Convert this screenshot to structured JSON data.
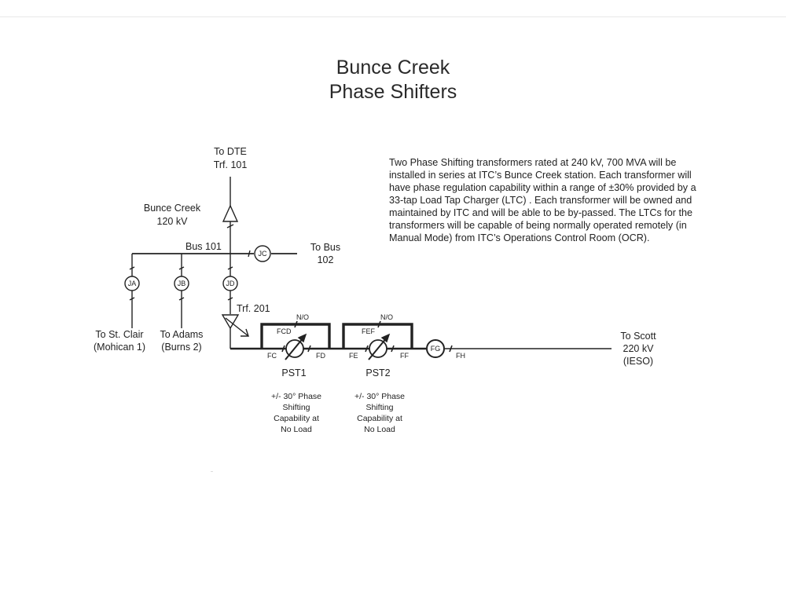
{
  "title": {
    "line1": "Bunce Creek",
    "line2": "Phase Shifters"
  },
  "description": "Two Phase Shifting transformers rated at 240 kV, 700 MVA will be installed in series at ITC’s Bunce Creek station. Each transformer will have phase regulation capability within a range of ±30% provided by a 33-tap Load Tap Charger (LTC) . Each transformer will be owned and maintained by ITC and will be able to be by-passed. The LTCs for the transformers will be capable of being normally operated remotely (in Manual Mode) from ITC’s Operations Control Room (OCR).",
  "labels": {
    "to_dte": "To DTE",
    "trf101": "Trf. 101",
    "bunce_creek": "Bunce Creek",
    "kv120": "120 kV",
    "bus101": "Bus 101",
    "to_bus": "To Bus",
    "bus102": "102",
    "trf201": "Trf. 201",
    "to_st_clair": "To St. Clair",
    "mohican": "(Mohican 1)",
    "to_adams": "To Adams",
    "burns": "(Burns 2)",
    "to_scott": "To Scott",
    "kv220": "220 kV",
    "ieso": "(IESO)",
    "pst1": "PST1",
    "pst2": "PST2"
  },
  "breakers": {
    "ja": "JA",
    "jb": "JB",
    "jc": "JC",
    "jd": "JD",
    "fg": "FG"
  },
  "switches": {
    "fcd": "FCD",
    "no1": "N/O",
    "fc": "FC",
    "fd": "FD",
    "fef": "FEF",
    "no2": "N/O",
    "fe": "FE",
    "ff": "FF",
    "fh": "FH"
  },
  "captions": {
    "pst1": [
      "+/- 30° Phase",
      "Shifting",
      "Capability at",
      "No Load"
    ],
    "pst2": [
      "+/- 30° Phase",
      "Shifting",
      "Capability at",
      "No Load"
    ]
  }
}
